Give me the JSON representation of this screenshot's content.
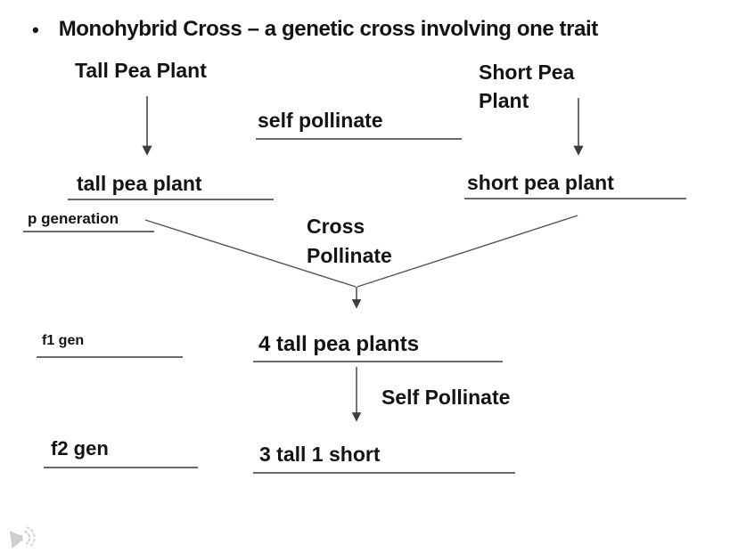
{
  "colors": {
    "background": "#ffffff",
    "text": "#141414",
    "connector_line": "#4a4a4a",
    "blank_underline": "#6a6a6a",
    "audio_icon": "#cfcfcf"
  },
  "slide": {
    "bullet": "•",
    "title": "Monohybrid Cross – a genetic cross involving one trait"
  },
  "diagram": {
    "parents": {
      "left": "Tall Pea Plant",
      "right": "Short Pea\nPlant"
    },
    "self_pollinate_label": "self pollinate",
    "p_row": {
      "left_blank": "tall pea plant",
      "right_blank": "short pea plant",
      "gen_label": "p generation"
    },
    "cross_pollinate_label": "Cross\nPollinate",
    "f1_row": {
      "gen_label": "f1 gen",
      "result": "4 tall pea plants"
    },
    "self_pollinate_2_label": "Self Pollinate",
    "f2_row": {
      "gen_label": "f2 gen",
      "result": "3 tall 1 short"
    }
  },
  "icons": {
    "audio": "speaker-with-sound-waves"
  }
}
